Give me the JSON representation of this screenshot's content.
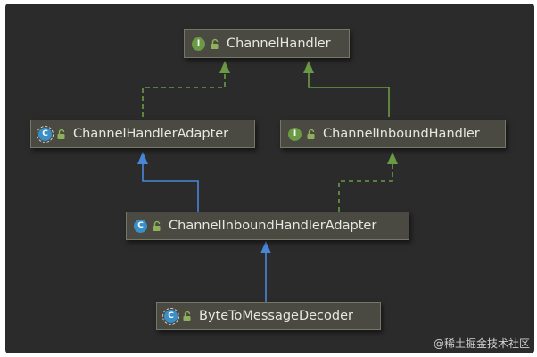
{
  "diagram": {
    "nodes": [
      {
        "id": "ChannelHandler",
        "label": "ChannelHandler",
        "kind": "interface",
        "kind_glyph": "I",
        "lock_icon": "unlock-icon"
      },
      {
        "id": "ChannelHandlerAdapter",
        "label": "ChannelHandlerAdapter",
        "kind": "abstract-class",
        "kind_glyph": "C",
        "lock_icon": "unlock-icon"
      },
      {
        "id": "ChannelInboundHandler",
        "label": "ChannelInboundHandler",
        "kind": "interface",
        "kind_glyph": "I",
        "lock_icon": "unlock-icon"
      },
      {
        "id": "ChannelInboundHandlerAdapter",
        "label": "ChannelInboundHandlerAdapter",
        "kind": "class",
        "kind_glyph": "C",
        "lock_icon": "unlock-icon"
      },
      {
        "id": "ByteToMessageDecoder",
        "label": "ByteToMessageDecoder",
        "kind": "abstract-class",
        "kind_glyph": "C",
        "lock_icon": "unlock-icon"
      }
    ],
    "edges": [
      {
        "from": "ChannelHandlerAdapter",
        "to": "ChannelHandler",
        "relation": "implements",
        "style": "dashed",
        "color": "#6b9a45"
      },
      {
        "from": "ChannelInboundHandler",
        "to": "ChannelHandler",
        "relation": "extends",
        "style": "solid",
        "color": "#6b9a45"
      },
      {
        "from": "ChannelInboundHandlerAdapter",
        "to": "ChannelHandlerAdapter",
        "relation": "extends",
        "style": "solid",
        "color": "#4a86d8"
      },
      {
        "from": "ChannelInboundHandlerAdapter",
        "to": "ChannelInboundHandler",
        "relation": "implements",
        "style": "dashed",
        "color": "#6b9a45"
      },
      {
        "from": "ByteToMessageDecoder",
        "to": "ChannelInboundHandlerAdapter",
        "relation": "extends",
        "style": "solid",
        "color": "#4a86d8"
      }
    ]
  },
  "colors": {
    "background": "#2b2b2b",
    "node_fill": "#4a4a43",
    "interface_green": "#6b9a45",
    "class_blue": "#3b8fc7",
    "inheritance_blue": "#4a86d8"
  },
  "watermark": "@稀土掘金技术社区"
}
